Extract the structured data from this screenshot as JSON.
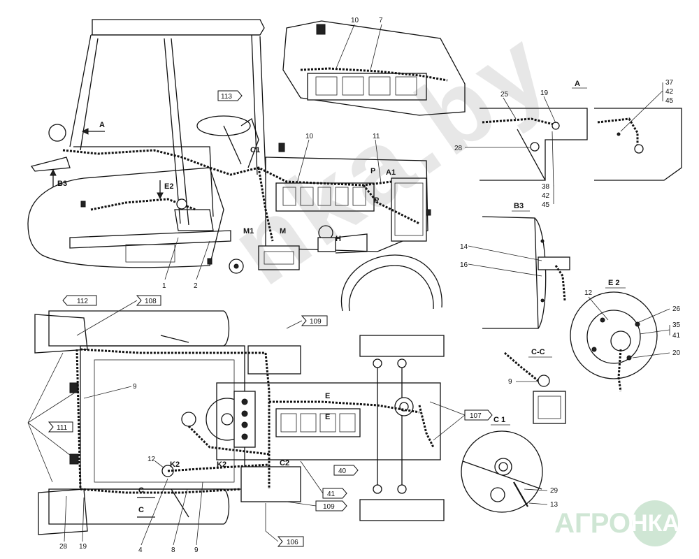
{
  "diagram": {
    "side_view": {
      "arrow_a": "A",
      "arrow_b3": "B3",
      "arrow_e2": "E2",
      "label_c1": "C1",
      "label_p": "P",
      "label_a1": "A1",
      "label_p2": "P",
      "label_m1": "M1",
      "label_m": "M",
      "label_h": "H",
      "ref_113": "113",
      "numbers": {
        "n1": "1",
        "n2": "2",
        "n10": "10",
        "n11": "11"
      }
    },
    "top_inset": {
      "n10": "10",
      "n7": "7"
    },
    "view_a": {
      "title": "A",
      "n25": "25",
      "n19": "19",
      "n28": "28",
      "n37": "37",
      "n42a": "42",
      "n45a": "45",
      "n38": "38",
      "n42b": "42",
      "n45b": "45"
    },
    "view_b3": {
      "title": "B3",
      "n14": "14",
      "n16": "16"
    },
    "view_e2": {
      "title": "E 2",
      "n12": "12",
      "n26": "26",
      "n35": "35",
      "n41": "41",
      "n20": "20"
    },
    "view_cc": {
      "title": "C-C",
      "n9": "9"
    },
    "view_c1": {
      "title": "C 1",
      "n29": "29",
      "n13": "13"
    },
    "plan_view": {
      "ref_112": "112",
      "ref_108": "108",
      "ref_109_top": "109",
      "ref_111": "111",
      "ref_107": "107",
      "ref_40": "40",
      "ref_41": "41",
      "ref_109_bottom": "109",
      "ref_106": "106",
      "label_e1": "E",
      "label_e2": "E",
      "label_k2a": "K2",
      "label_k2b": "K2",
      "label_c2": "C2",
      "label_c_top": "C",
      "label_c_bottom": "C",
      "n9a": "9",
      "n12": "12",
      "n28": "28",
      "n19": "19",
      "n4": "4",
      "n8": "8",
      "n9b": "9"
    }
  },
  "watermark": "nka.by",
  "logo": {
    "text": "АГРО",
    "circle_text": "НКА"
  },
  "colors": {
    "line": "#111111",
    "logo": "#cfe6d4"
  }
}
